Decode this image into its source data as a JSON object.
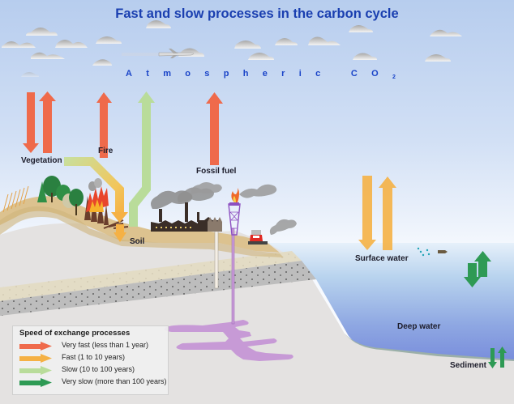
{
  "title": "Fast and slow processes in the carbon cycle",
  "atmosphere": {
    "label": "Atmospheric CO",
    "subscript": "2"
  },
  "labels": {
    "vegetation": "Vegetation",
    "fire": "Fire",
    "fossil_fuel": "Fossil fuel",
    "soil": "Soil",
    "surface_water": "Surface water",
    "deep_water": "Deep water",
    "sediment": "Sediment"
  },
  "legend": {
    "title": "Speed of exchange processes",
    "items": [
      {
        "label": "Very fast (less than 1 year)",
        "color": "#ef6a4b"
      },
      {
        "label": "Fast (1 to 10 years)",
        "color": "#f5b145"
      },
      {
        "label": "Slow (10 to 100 years)",
        "color": "#b9dc9a"
      },
      {
        "label": "Very slow (more than 100 years)",
        "color": "#2e9a54"
      }
    ]
  },
  "flows": [
    {
      "from": "atmosphere",
      "to": "vegetation",
      "speed": "very fast"
    },
    {
      "from": "vegetation",
      "to": "atmosphere",
      "speed": "very fast"
    },
    {
      "from": "fire",
      "to": "atmosphere",
      "speed": "very fast"
    },
    {
      "from": "soil",
      "to": "atmosphere",
      "speed": "slow"
    },
    {
      "from": "vegetation",
      "to": "soil",
      "speed": "slow to fast"
    },
    {
      "from": "fossil fuel",
      "to": "atmosphere",
      "speed": "very fast"
    },
    {
      "from": "atmosphere",
      "to": "surface water",
      "speed": "fast"
    },
    {
      "from": "surface water",
      "to": "atmosphere",
      "speed": "fast"
    },
    {
      "from": "surface water",
      "to": "deep water",
      "speed": "very slow"
    },
    {
      "from": "deep water",
      "to": "surface water",
      "speed": "very slow"
    },
    {
      "from": "deep water",
      "to": "sediment",
      "speed": "very slow"
    },
    {
      "from": "sediment",
      "to": "deep water",
      "speed": "very slow"
    }
  ],
  "colors": {
    "title": "#1a3fb0",
    "very_fast": "#ef6a4b",
    "fast": "#f5b145",
    "slow": "#b9dc9a",
    "very_slow": "#2e9a54",
    "oil_reservoir": "#c79ad6"
  }
}
